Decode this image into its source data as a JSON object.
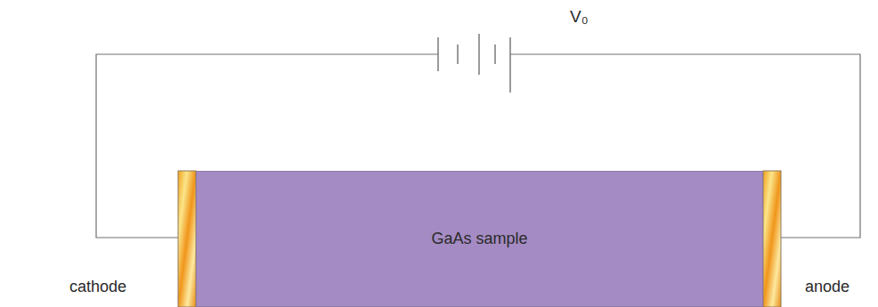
{
  "diagram": {
    "nodes": [
      {
        "text": [
          "GaAs sample"
        ]
      }
    ],
    "labels": [
      "V₀",
      "cathode",
      "anode"
    ]
  }
}
